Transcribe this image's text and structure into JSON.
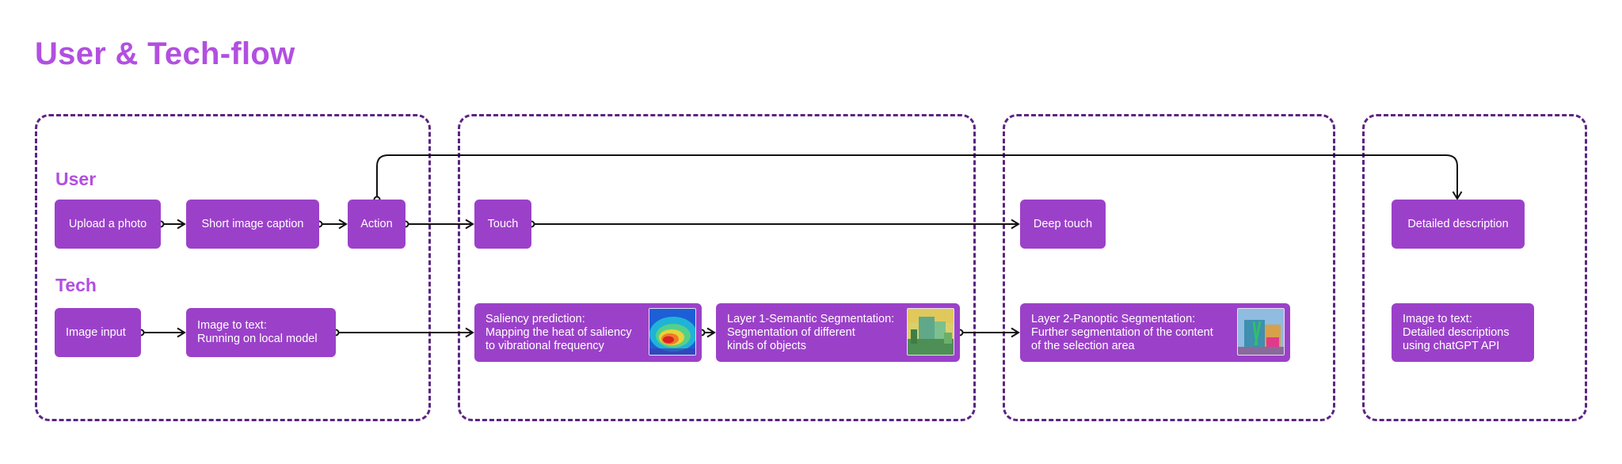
{
  "title": "User & Tech-flow",
  "sections": {
    "user": "User",
    "tech": "Tech"
  },
  "user_row": {
    "upload": "Upload a photo",
    "caption": "Short image caption",
    "action": "Action",
    "touch": "Touch",
    "deep_touch": "Deep touch",
    "detailed": "Detailed description"
  },
  "tech_row": {
    "image_input": "Image input",
    "image_to_text_local": "Image to text:\nRunning on local model",
    "saliency": "Saliency prediction:\nMapping the heat of saliency\nto vibrational frequency",
    "semantic": "Layer 1-Semantic Segmentation:\nSegmentation of different\nkinds of objects",
    "panoptic": "Layer 2-Panoptic Segmentation:\nFurther segmentation of the content\nof the selection area",
    "image_to_text_gpt": "Image to text:\nDetailed descriptions\nusing chatGPT API"
  },
  "colors": {
    "title": "#b24fe0",
    "node_fill": "#9b41c9",
    "group_border": "#5b2483",
    "connector": "#111111"
  },
  "icons": [
    "saliency-heatmap-thumbnail",
    "semantic-segmentation-thumbnail",
    "panoptic-segmentation-thumbnail"
  ]
}
